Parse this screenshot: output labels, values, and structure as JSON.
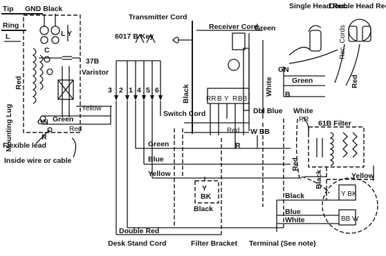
{
  "labels": {
    "tip": "Tip",
    "gnd_black": "GND Black",
    "ring": "Ring",
    "l": "L",
    "l_y": "L Y",
    "c": "C",
    "varistor_37b": "37B",
    "varistor": "Varistor",
    "red_left": "Red",
    "mounting_lug": "Mounting Lug",
    "yellow_top": "Yellow",
    "gn": "GN",
    "r": "R",
    "flexible_lead": "Flexible lead",
    "inside_wire": "Inside wire or cable",
    "key_6017b": "6017 B Key",
    "terminals": [
      "3",
      "2",
      "1",
      "4",
      "5",
      "6"
    ],
    "transmitter_cord": "Transmitter Cord",
    "black_vertical": "Black",
    "receiver_cord": "Receiver Cord",
    "green_top": "Green",
    "rr_by_rb": [
      "RR",
      "B",
      "Y",
      "R",
      "BB"
    ],
    "white_vertical": "White",
    "switch_cord": "Switch Cord",
    "red_mid": "Red",
    "dbl_blue": "Dbl Blue",
    "w_bb": "W BB",
    "r_mid": "R",
    "single_head_rec": "Single Head Rec.",
    "double_head_rec": "Double Head Rec.",
    "rec_cords": "Rec. Cords",
    "red_right": "Red",
    "gn_right": "GN",
    "green_right": "Green",
    "b_right": "B",
    "white_rr": "White",
    "rr": "RR",
    "filter_61b": "61B Filter",
    "red_diag": "Red",
    "black_filter": "Black",
    "yellow_right": "Yellow",
    "y_bk": "Y BK",
    "bb_w": "BB W",
    "green_mid": "Green",
    "red_small": "Red",
    "green_run": "Green",
    "blue_run": "Blue",
    "yellow_run": "Yellow",
    "y_box": "Y",
    "bk_box": "BK",
    "black_box": "Black",
    "black_run": "Black",
    "blue_low": "Blue",
    "white_low": "White",
    "double_red": "Double Red",
    "desk_stand_cord": "Desk Stand Cord",
    "filter_bracket": "Filter Bracket",
    "terminal_note": "Terminal (See note)"
  }
}
